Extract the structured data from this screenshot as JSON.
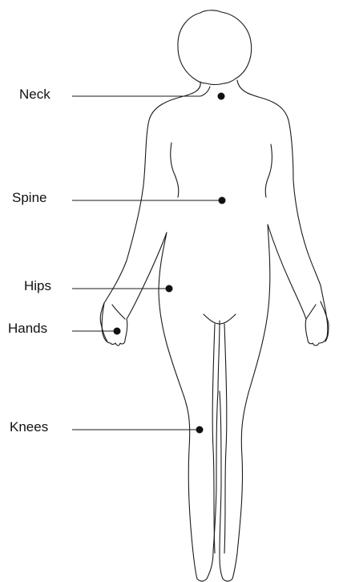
{
  "labels": {
    "neck": "Neck",
    "spine": "Spine",
    "hips": "Hips",
    "hands": "Hands",
    "knees": "Knees"
  },
  "colors": {
    "outline": "#1a1a1a",
    "marker": "#111111",
    "background": "#ffffff"
  }
}
